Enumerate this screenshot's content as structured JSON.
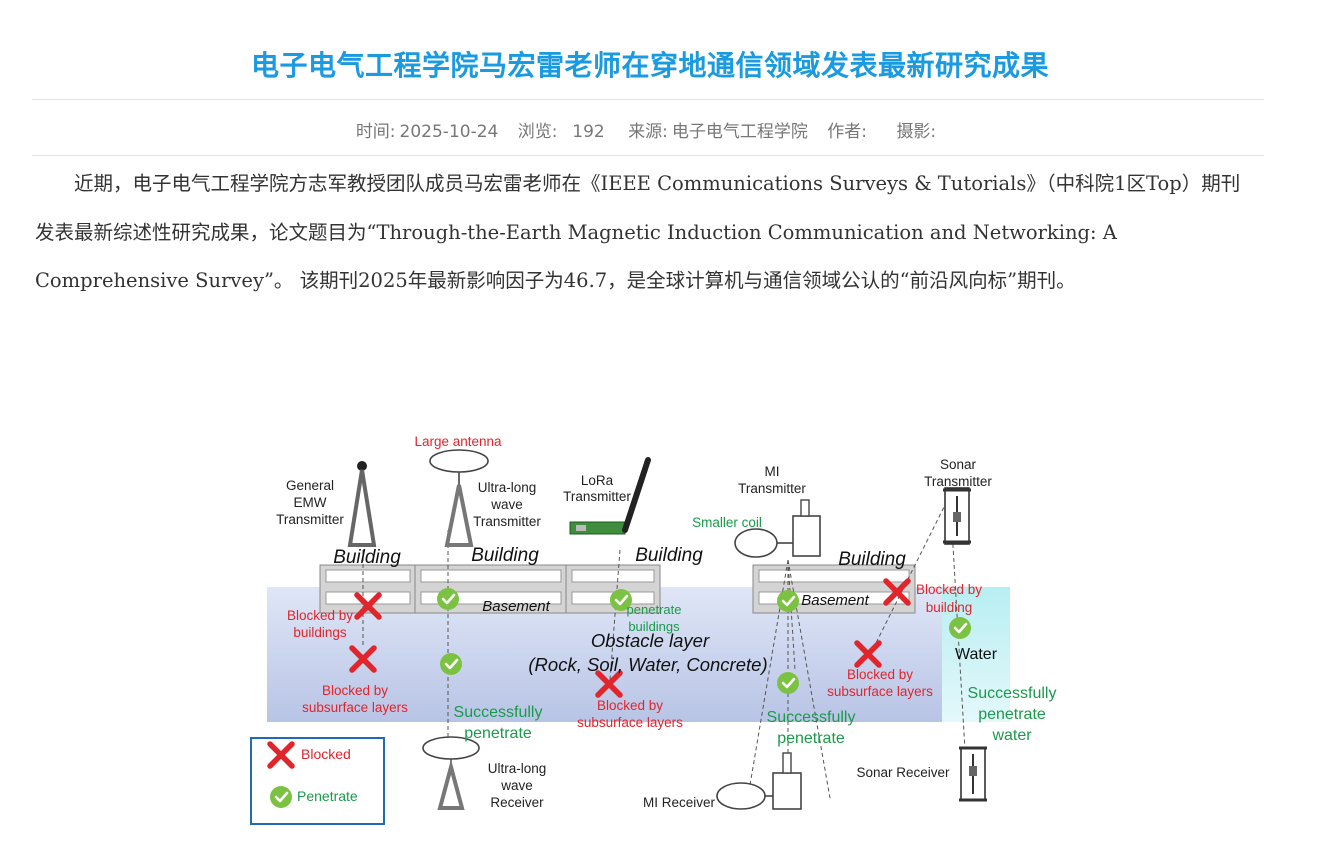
{
  "article": {
    "title": "电子电气工程学院马宏雷老师在穿地通信领域发表最新研究成果",
    "meta": {
      "time_label": "时间:",
      "time_value": "2025-10-24",
      "views_label": "浏览:",
      "views_value": "192",
      "source_label": "来源:",
      "source_value": "电子电气工程学院",
      "author_label": "作者:",
      "author_value": "",
      "photo_label": "摄影:",
      "photo_value": ""
    },
    "paragraph": "近期，电子电气工程学院方志军教授团队成员马宏雷老师在《IEEE Communications Surveys & Tutorials》（中科院1区Top）期刊发表最新综述性研究成果，论文题目为“Through-the-Earth Magnetic Induction Communication and Networking: A Comprehensive Survey”。 该期刊2025年最新影响因子为46.7，是全球计算机与通信领域公认的“前沿风向标”期刊。"
  },
  "figure": {
    "colors": {
      "blocked": "#e0252c",
      "penetrate": "#7cc242",
      "penetrate_text": "#1a9a4a",
      "legend_border": "#1f6cb0"
    },
    "labels": {
      "large_antenna": "Large antenna",
      "general_emw_1": "General",
      "general_emw_2": "EMW",
      "general_emw_3": "Transmitter",
      "ulw_tx_1": "Ultra-long",
      "ulw_tx_2": "wave",
      "ulw_tx_3": "Transmitter",
      "lora_1": "LoRa",
      "lora_2": "Transmitter",
      "mi_tx_1": "MI",
      "mi_tx_2": "Transmitter",
      "smaller_coil": "Smaller coil",
      "sonar_tx_1": "Sonar",
      "sonar_tx_2": "Transmitter",
      "building": "Building",
      "basement": "Basement",
      "obstacle_1": "Obstacle layer",
      "obstacle_2": "(Rock, Soil, Water, Concrete)",
      "water": "Water",
      "blocked_buildings_1": "Blocked by",
      "blocked_buildings_2": "buildings",
      "blocked_sub_1": "Blocked by",
      "blocked_sub_2": "subsurface layers",
      "blocked_building_1": "Blocked by",
      "blocked_building_2": "building",
      "penetrate_buildings_1": "penetrate",
      "penetrate_buildings_2": "buildings",
      "success_1": "Successfully",
      "success_2": "penetrate",
      "success_water_3": "water",
      "ulw_rx_1": "Ultra-long",
      "ulw_rx_2": "wave",
      "ulw_rx_3": "Receiver",
      "mi_rx": "MI Receiver",
      "sonar_rx": "Sonar Receiver",
      "legend_blocked": "Blocked",
      "legend_penetrate": "Penetrate"
    }
  }
}
